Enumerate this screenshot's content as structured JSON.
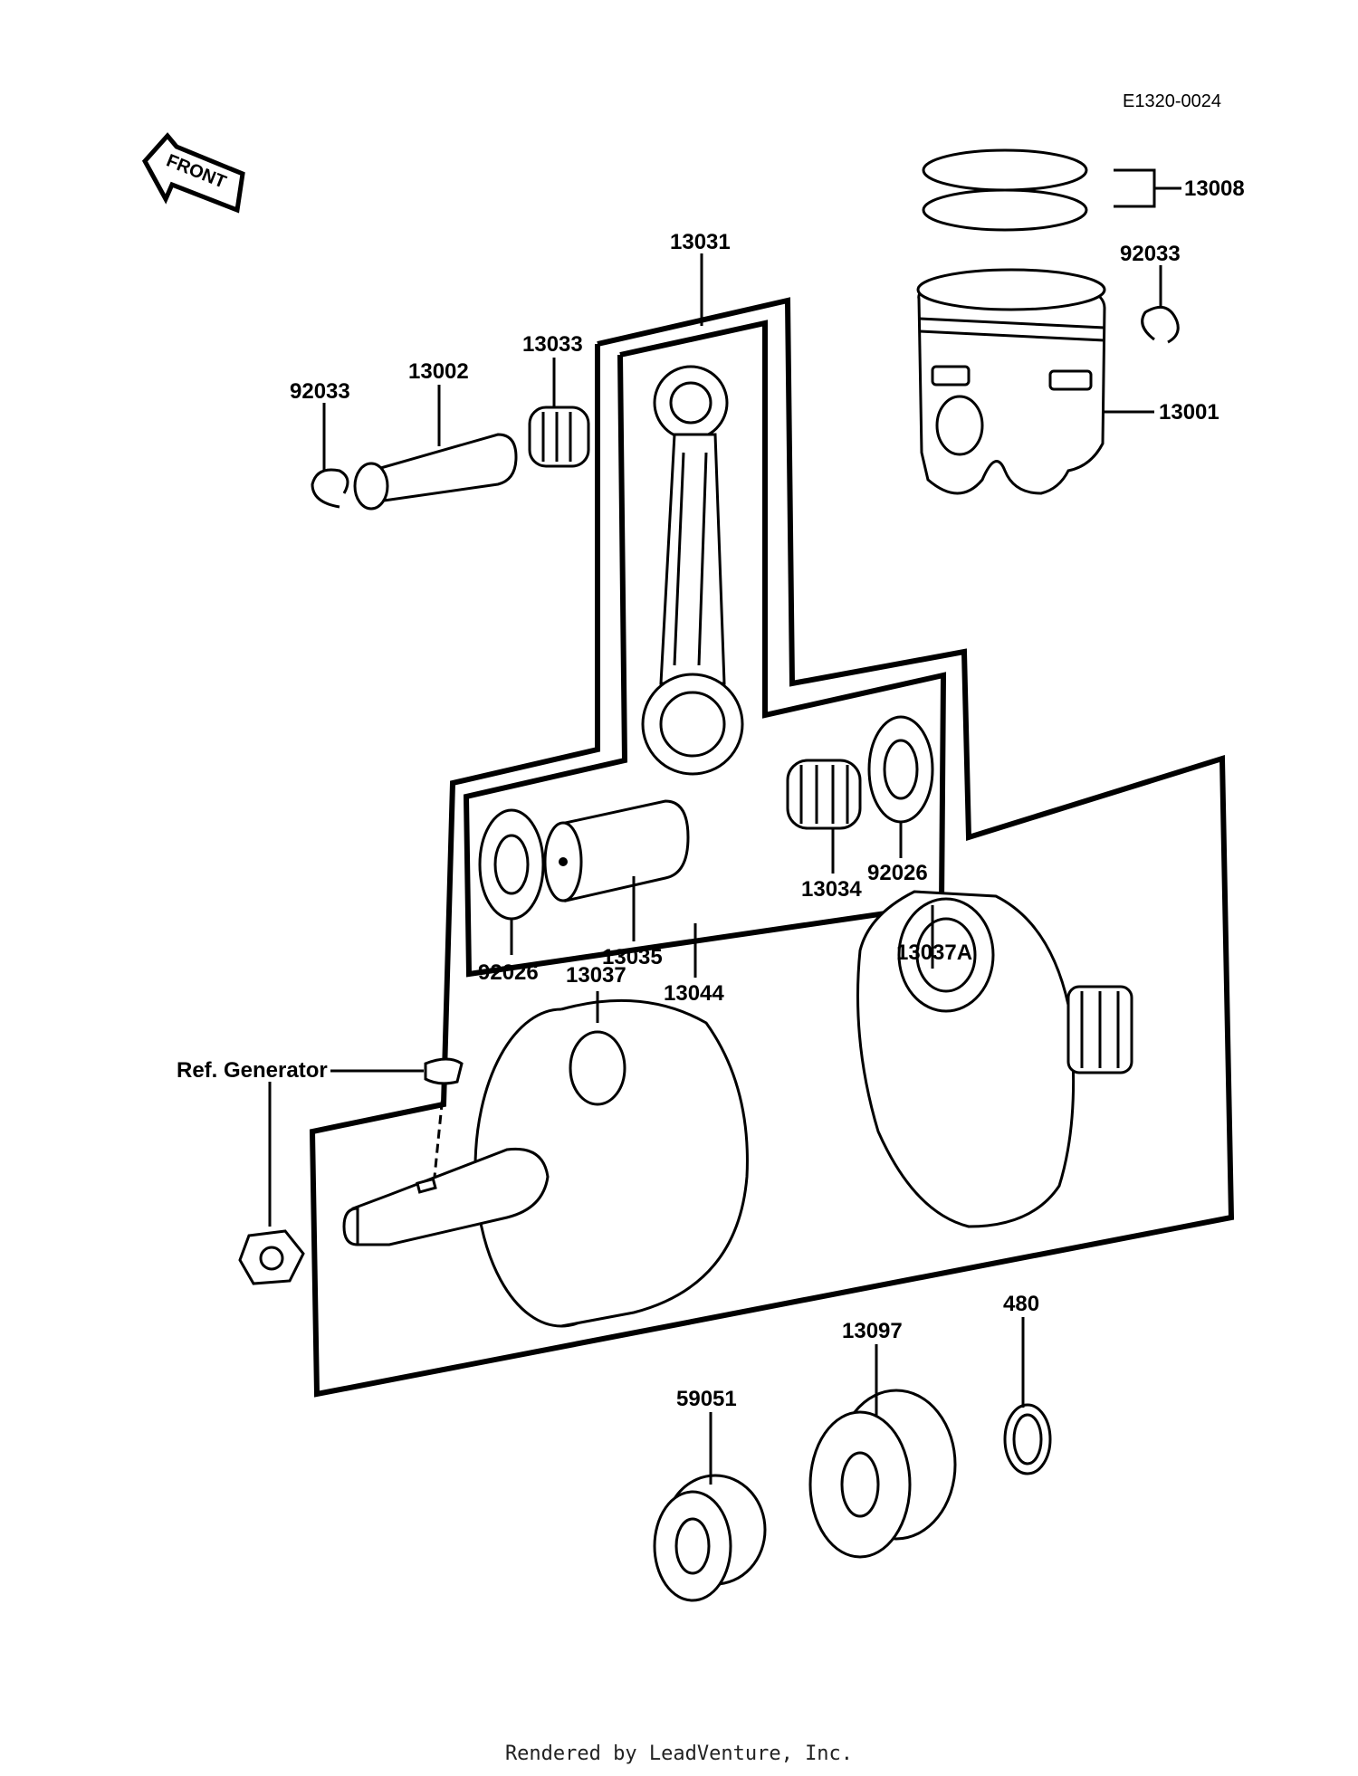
{
  "diagram_code": "E1320-0024",
  "front_label": "FRONT",
  "labels": {
    "p13008": "13008",
    "p92033_right": "92033",
    "p13001": "13001",
    "p13031": "13031",
    "p13033": "13033",
    "p13002": "13002",
    "p92033_left": "92033",
    "p92026_right": "92026",
    "p13034": "13034",
    "p13035": "13035",
    "p92026_left": "92026",
    "p13044": "13044",
    "p13037A": "13037A",
    "p13037": "13037",
    "ref_generator": "Ref. Generator",
    "p480": "480",
    "p13097": "13097",
    "p59051": "59051"
  },
  "footer": "Rendered by LeadVenture, Inc."
}
